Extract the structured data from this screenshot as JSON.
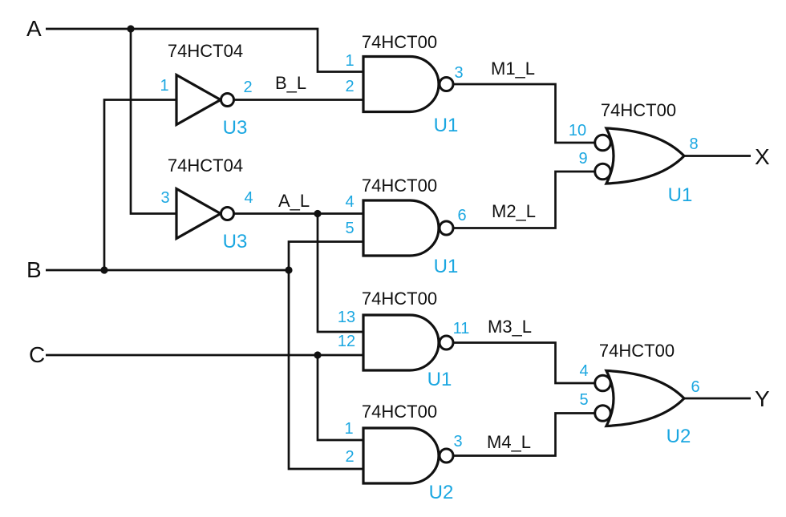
{
  "diagram": {
    "background": "#ffffff",
    "wire_color": "#111111",
    "annotation_color": "#1ba7e1",
    "inputs": [
      {
        "label": "A"
      },
      {
        "label": "B"
      },
      {
        "label": "C"
      }
    ],
    "outputs": [
      {
        "label": "X"
      },
      {
        "label": "Y"
      }
    ],
    "inverters": [
      {
        "part": "74HCT04",
        "ref": "U3",
        "in_pin": "1",
        "out_pin": "2",
        "out_signal": "B_L"
      },
      {
        "part": "74HCT04",
        "ref": "U3",
        "in_pin": "3",
        "out_pin": "4",
        "out_signal": "A_L"
      }
    ],
    "nands": [
      {
        "part": "74HCT00",
        "ref": "U1",
        "in_pins": [
          "1",
          "2"
        ],
        "out_pin": "3",
        "out_signal": "M1_L"
      },
      {
        "part": "74HCT00",
        "ref": "U1",
        "in_pins": [
          "4",
          "5"
        ],
        "out_pin": "6",
        "out_signal": "M2_L"
      },
      {
        "part": "74HCT00",
        "ref": "U1",
        "in_pins": [
          "13",
          "12"
        ],
        "out_pin": "11",
        "out_signal": "M3_L"
      },
      {
        "part": "74HCT00",
        "ref": "U2",
        "in_pins": [
          "1",
          "2"
        ],
        "out_pin": "3",
        "out_signal": "M4_L"
      }
    ],
    "nor_style_nands": [
      {
        "part": "74HCT00",
        "ref": "U1",
        "in_pins": [
          "10",
          "9"
        ],
        "out_pin": "8",
        "out_signal": "X"
      },
      {
        "part": "74HCT00",
        "ref": "U2",
        "in_pins": [
          "4",
          "5"
        ],
        "out_pin": "6",
        "out_signal": "Y"
      }
    ]
  }
}
